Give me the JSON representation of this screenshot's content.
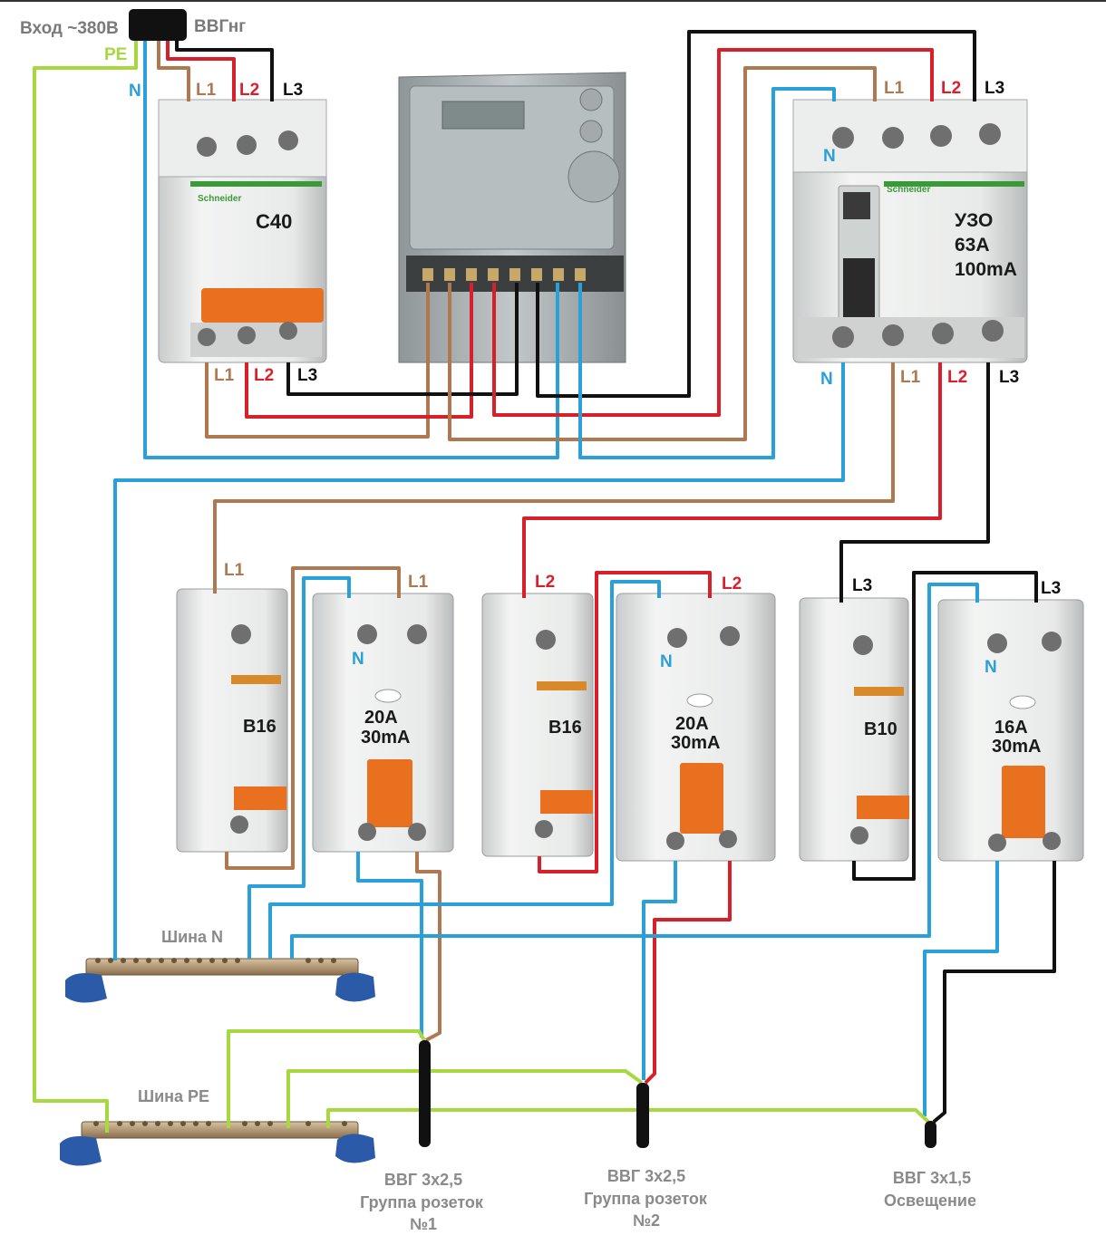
{
  "input_label": "Вход ~380В",
  "cable_label": "ВВГнг",
  "pe_label": "PE",
  "n_label": "N",
  "phases": {
    "l1": "L1",
    "l2": "L2",
    "l3": "L3",
    "n": "N"
  },
  "main_breaker": {
    "rating": "C40",
    "brand": "Schneider"
  },
  "rcd_main": {
    "title": "УЗО",
    "current": "63A",
    "sensitivity": "100mA",
    "brand": "Schneider"
  },
  "breakers": [
    {
      "rating": "B16"
    },
    {
      "rating": "B16"
    },
    {
      "rating": "B10"
    }
  ],
  "rcds": [
    {
      "current": "20A",
      "sensitivity": "30mA"
    },
    {
      "current": "20A",
      "sensitivity": "30mA"
    },
    {
      "current": "16A",
      "sensitivity": "30mA"
    }
  ],
  "bus_n_label": "Шина N",
  "bus_pe_label": "Шина PE",
  "groups": [
    {
      "cable": "ВВГ 3х2,5",
      "desc": "Группа розеток",
      "num": "№1"
    },
    {
      "cable": "ВВГ 3х2,5",
      "desc": "Группа розеток",
      "num": "№2"
    },
    {
      "cable": "ВВГ 3х1,5",
      "desc": "Освещение",
      "num": ""
    }
  ],
  "colors": {
    "l1": "#b07850",
    "l2": "#d8202a",
    "l3": "#111111",
    "n": "#2aa0d8",
    "pe": "#a8d840"
  }
}
